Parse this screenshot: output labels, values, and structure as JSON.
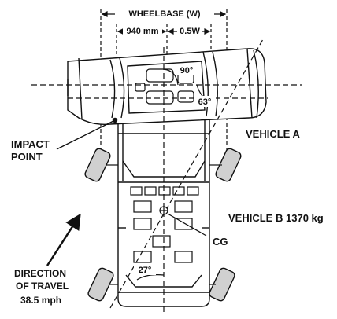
{
  "labels": {
    "wheelbase": "WHEELBASE (W)",
    "dim_left": "940 mm",
    "dim_right": "0.5W",
    "angle_90": "90°",
    "angle_63": "63°",
    "angle_27": "27°",
    "vehicle_a": "VEHICLE A",
    "impact_line1": "IMPACT",
    "impact_line2": "POINT",
    "vehicle_b": "VEHICLE B",
    "vehicle_b_mass": "1370 kg",
    "cg": "CG",
    "direction_line1": "DIRECTION",
    "direction_line2": "OF TRAVEL",
    "speed": "38.5 mph"
  },
  "colors": {
    "ink": "#111111",
    "paper": "#ffffff",
    "tire": "#d0d0d0"
  }
}
